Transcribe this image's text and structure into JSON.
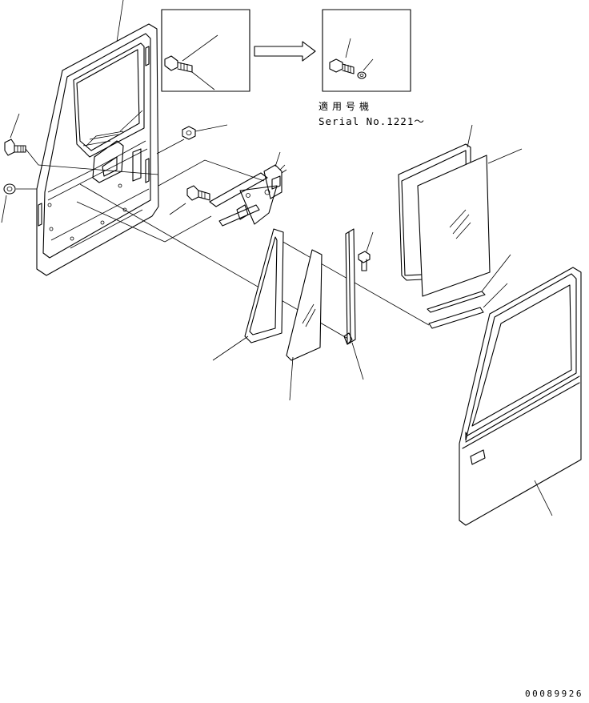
{
  "diagram": {
    "applicability_label": "適用号機",
    "serial_label": "Serial No.1221～",
    "document_number": "00089926"
  }
}
